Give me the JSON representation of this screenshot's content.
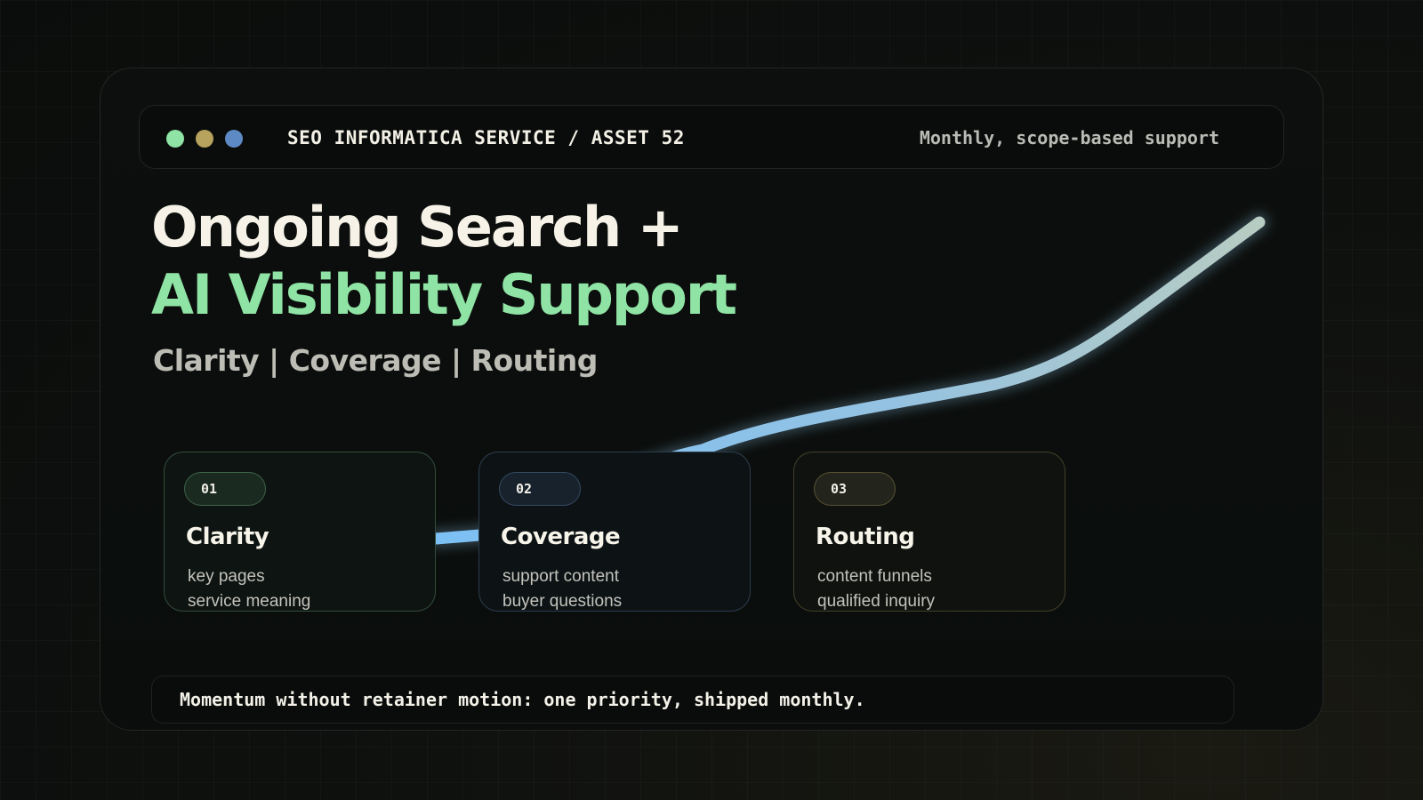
{
  "header": {
    "brand": "SEO INFORMATICA SERVICE / ASSET 52",
    "tagline": "Monthly, scope-based support",
    "window_dots": [
      {
        "name": "green-dot",
        "color": "#8fe3a4"
      },
      {
        "name": "yellow-dot",
        "color": "#b7a25e"
      },
      {
        "name": "blue-dot",
        "color": "#5d8ac4"
      }
    ]
  },
  "hero": {
    "title_line1": "Ongoing Search +",
    "title_line2": "AI Visibility Support",
    "subtitle": "Clarity | Coverage | Routing"
  },
  "steps": [
    {
      "number": "01",
      "title": "Clarity",
      "lines": [
        "key pages",
        "service meaning"
      ],
      "accent": "#8fe3a4"
    },
    {
      "number": "02",
      "title": "Coverage",
      "lines": [
        "support content",
        "buyer questions"
      ],
      "accent": "#6e96c8"
    },
    {
      "number": "03",
      "title": "Routing",
      "lines": [
        "content funnels",
        "qualified inquiry"
      ],
      "accent": "#bea864"
    }
  ],
  "footer": {
    "text": "Momentum without retainer motion: one priority, shipped monthly."
  },
  "colors": {
    "accent_green": "#8fe3a4",
    "curve_start": "#7cc0f4",
    "curve_end": "#b7ccc2",
    "background": "#0b0d0c"
  }
}
